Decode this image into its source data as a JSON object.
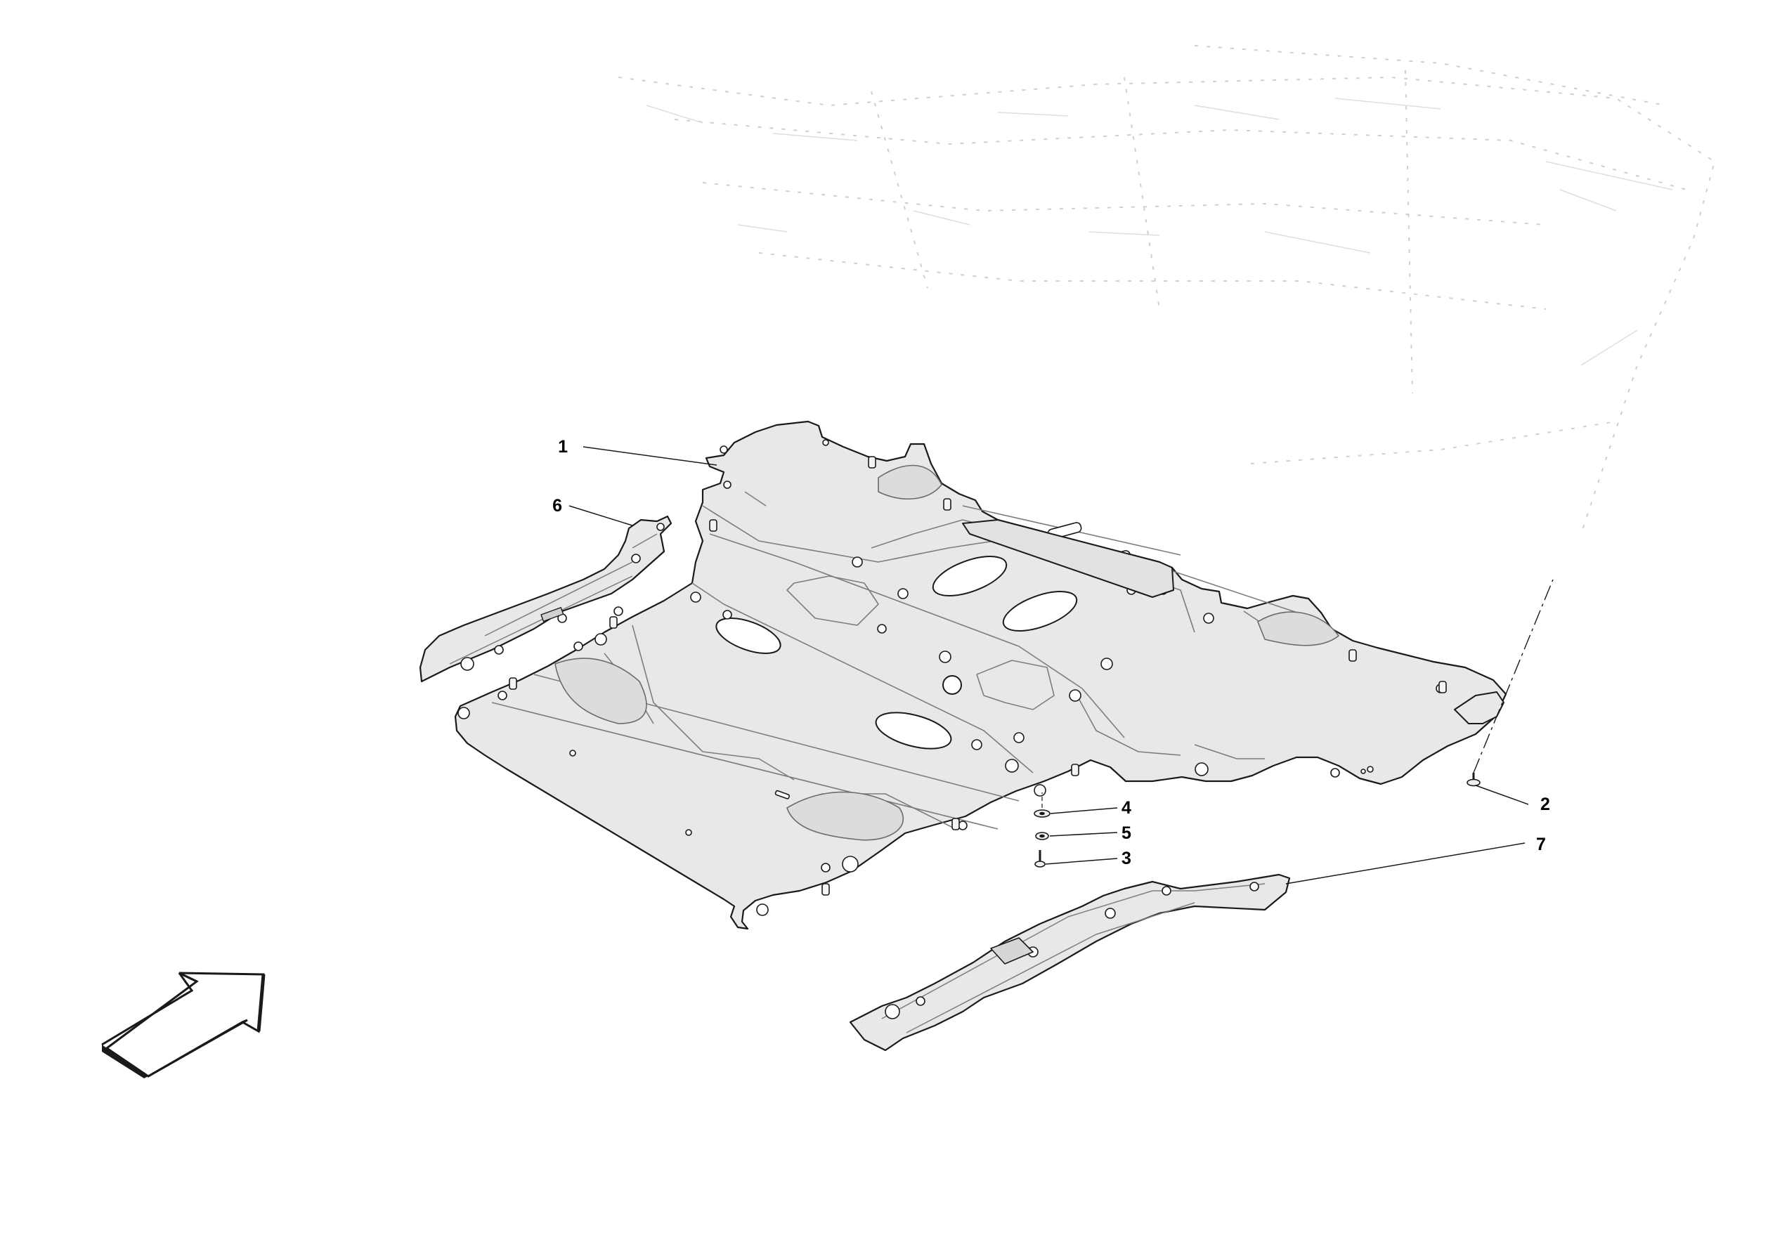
{
  "diagram": {
    "callouts": [
      {
        "id": "part-1",
        "label": "1"
      },
      {
        "id": "part-2",
        "label": "2"
      },
      {
        "id": "part-3",
        "label": "3"
      },
      {
        "id": "part-4",
        "label": "4"
      },
      {
        "id": "part-5",
        "label": "5"
      },
      {
        "id": "part-6",
        "label": "6"
      },
      {
        "id": "part-7",
        "label": "7"
      }
    ],
    "colors": {
      "panel_fill": "#e9e9e9",
      "panel_stroke": "#1a1a1a",
      "detail_stroke": "#8a8a8a",
      "ghost_stroke": "#c8c8c8"
    },
    "icons": {
      "direction_arrow": "forward-direction-arrow-icon"
    }
  }
}
